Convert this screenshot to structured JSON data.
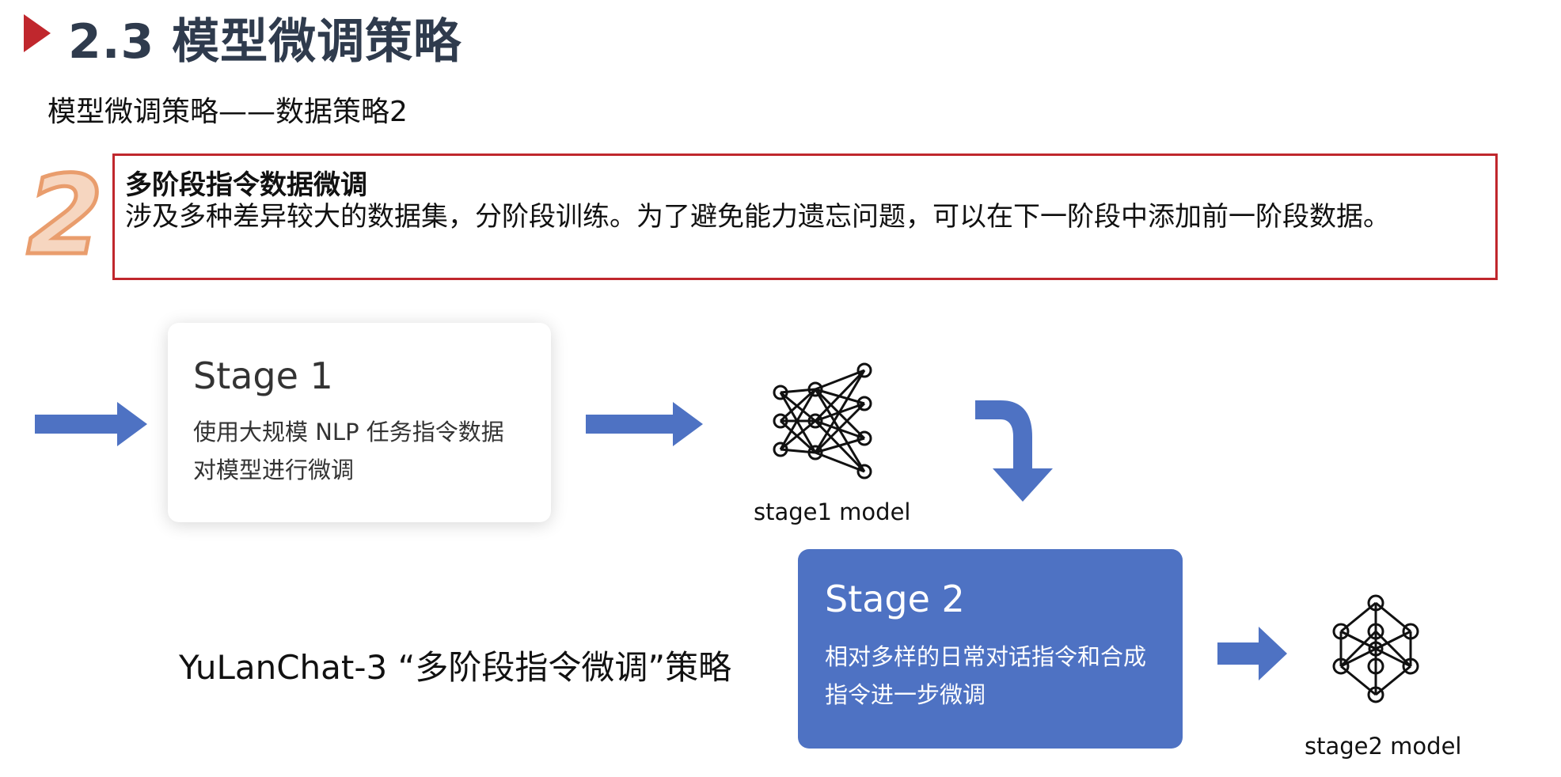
{
  "header": {
    "title": "2.3 模型微调策略",
    "subtitle": "模型微调策略——数据策略2"
  },
  "callout": {
    "number": "2",
    "title": "多阶段指令数据微调",
    "body": "涉及多种差异较大的数据集，分阶段训练。为了避免能力遗忘问题，可以在下一阶段中添加前一阶段数据。"
  },
  "stage1": {
    "title": "Stage 1",
    "description": "使用大规模 NLP 任务指令数据对模型进行微调",
    "model_label": "stage1 model"
  },
  "stage2": {
    "title": "Stage 2",
    "description": "相对多样的日常对话指令和合成指令进一步微调",
    "model_label": "stage2 model"
  },
  "caption": "YuLanChat-3 “多阶段指令微调”策略",
  "colors": {
    "accent_red": "#c0272d",
    "title_text": "#2f3b4d",
    "arrow_blue": "#4e72c3",
    "stage2_card": "#4e72c3",
    "number_fill": "#f6d6c0",
    "number_stroke": "#e99d6d"
  },
  "icons": [
    "title-triangle-icon",
    "right-arrow-icon",
    "neural-network-icon",
    "curved-down-arrow-icon"
  ]
}
